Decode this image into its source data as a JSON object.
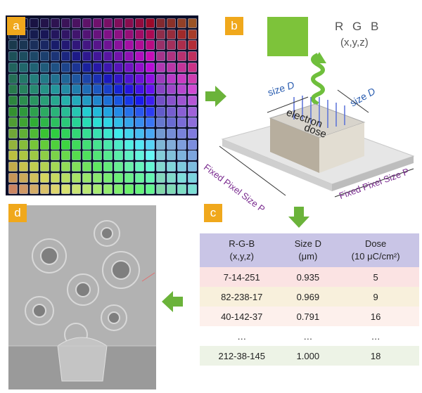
{
  "panel_labels": {
    "a": "a",
    "b": "b",
    "c": "c",
    "d": "d"
  },
  "panel_b": {
    "rgb_label": "R G B",
    "xyz_label": "(x,y,z)",
    "size_label": "size",
    "size_var": "D",
    "size_label_right": "size",
    "size_var_right": "D",
    "block_text_1": "electron",
    "block_text_2": "dose",
    "fixed_pixel_left": "Fixed Pixel Size P",
    "fixed_pixel_right": "Fixed Pixel Size P",
    "swatch_color": "#7dc33a"
  },
  "table": {
    "headers": [
      {
        "line1": "R-G-B",
        "line2": "(x,y,z)"
      },
      {
        "line1": "Size D",
        "line2": "(μm)"
      },
      {
        "line1": "Dose",
        "line2": "(10 μC/cm²)"
      }
    ],
    "rows": [
      {
        "rgb": "7-14-251",
        "size": "0.935",
        "dose": "5",
        "bg": "#fbe3e3"
      },
      {
        "rgb": "82-238-17",
        "size": "0.969",
        "dose": "9",
        "bg": "#f8f0dc"
      },
      {
        "rgb": "40-142-37",
        "size": "0.791",
        "dose": "16",
        "bg": "#fdf0ec"
      },
      {
        "rgb": "…",
        "size": "…",
        "dose": "…",
        "bg": "#ffffff"
      },
      {
        "rgb": "212-38-145",
        "size": "1.000",
        "dose": "18",
        "bg": "#edf3e6"
      }
    ]
  },
  "colors": {
    "panel_tag": "#f0a81c",
    "arrow": "#6bb33a",
    "header_bg": "#c9c5e6",
    "fixed_pixel_text": "#7a2b8f",
    "size_text": "#2a5db0"
  }
}
